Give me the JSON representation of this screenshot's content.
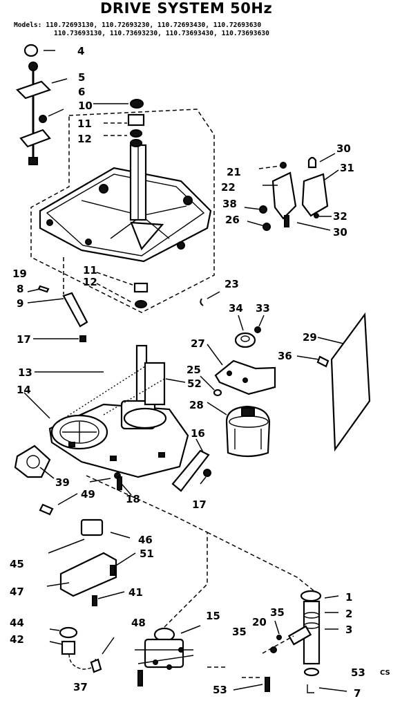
{
  "title": "DRIVE SYSTEM 50Hz",
  "models": {
    "line1": "Models: 110.72693130, 110.72693230, 110.72693430, 110.72693630",
    "line2": "110.73693130, 110.73693230, 110.73693430, 110.73693630"
  },
  "callouts": {
    "c4": "4",
    "c5": "5",
    "c6": "6",
    "c10": "10",
    "c11a": "11",
    "c12a": "12",
    "c30a": "30",
    "c31": "31",
    "c21": "21",
    "c22": "22",
    "c38": "38",
    "c26": "26",
    "c32": "32",
    "c30b": "30",
    "c19": "19",
    "c11b": "11",
    "c12b": "12",
    "c23": "23",
    "c8": "8",
    "c9": "9",
    "c17a": "17",
    "c34": "34",
    "c33": "33",
    "c29": "29",
    "c27": "27",
    "c36": "36",
    "c13": "13",
    "c25": "25",
    "c52": "52",
    "c14": "14",
    "c28": "28",
    "c16": "16",
    "c39": "39",
    "c49": "49",
    "c18": "18",
    "c17b": "17",
    "c46": "46",
    "c45": "45",
    "c51": "51",
    "c47": "47",
    "c41": "41",
    "c1": "1",
    "c15": "15",
    "c35a": "35",
    "c2": "2",
    "c44": "44",
    "c48": "48",
    "c35b": "35",
    "c20": "20",
    "c3": "3",
    "c42": "42",
    "c53a": "53",
    "c37": "37",
    "c53b": "53",
    "c7": "7",
    "c_cs": "CS"
  }
}
